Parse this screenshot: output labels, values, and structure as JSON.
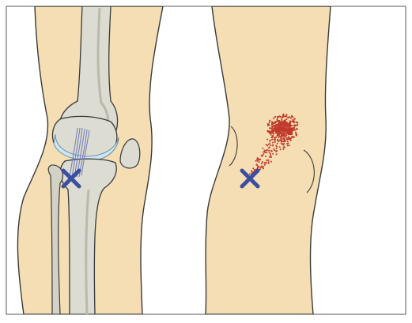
{
  "figure": {
    "background": "#ffffff",
    "frame_color": "#555555",
    "skin_color": "#f5deb3",
    "skin_outline": "#3a3a3a",
    "bone_color": "#dcdcd2",
    "bone_shade": "#c2c2b6",
    "cartilage_color": "#cfe6f2",
    "tendon_color": "#7a82b8",
    "trigger_point_color": "#c0392b",
    "marker_color": "#3b4fa0"
  },
  "panels": [
    {
      "view": "anatomical",
      "marker": "x-mark"
    },
    {
      "view": "surface",
      "marker": "x-mark",
      "referral": "pain-spread-dots"
    }
  ]
}
